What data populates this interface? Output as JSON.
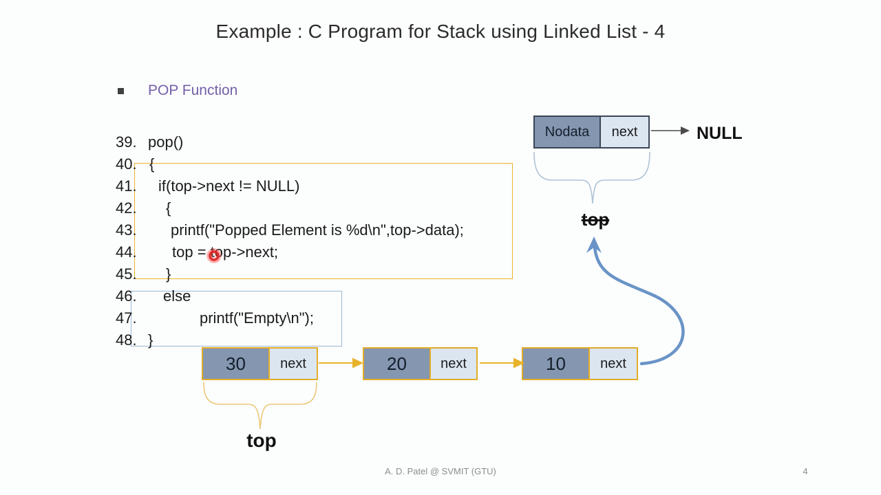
{
  "slide": {
    "title": "Example : C Program for Stack using Linked List - 4",
    "bullet": "POP Function",
    "footer": {
      "credit": "A. D. Patel @ SVMIT (GTU)",
      "page": "4"
    }
  },
  "code": {
    "lines": [
      {
        "num": "39.",
        "text": "pop()"
      },
      {
        "num": "40.",
        "text": "{"
      },
      {
        "num": "41.",
        "text": "if(top->next != NULL)"
      },
      {
        "num": "42.",
        "text": "{"
      },
      {
        "num": "43.",
        "text": "printf(\"Popped Element is %d\\n\",top->data);"
      },
      {
        "num": "44.",
        "text": "top = top->next;"
      },
      {
        "num": "45.",
        "text": "}"
      },
      {
        "num": "46.",
        "text": "else"
      },
      {
        "num": "47.",
        "text": "printf(\"Empty\\n\");"
      },
      {
        "num": "48.",
        "text": "}"
      }
    ]
  },
  "diagram": {
    "head_node": {
      "data": "Nodata",
      "next": "next"
    },
    "null_label": "NULL",
    "top_pointer_old": "top",
    "top_pointer_new": "top",
    "nodes": [
      {
        "data": "30",
        "next": "next"
      },
      {
        "data": "20",
        "next": "next"
      },
      {
        "data": "10",
        "next": "next"
      }
    ]
  },
  "colors": {
    "text_dark": "#2b2b2b",
    "accent_purple": "#7460a8",
    "box_yellow": "#ebb428",
    "box_blue": "#9cb9d6",
    "cell_data": "#8496b0",
    "cell_next": "#dce6f1",
    "head_border": "#3a4656",
    "node_border": "#e3ac28",
    "arrow_gold": "#e8b32c",
    "arrow_blue": "#6a94c7",
    "arrow_gray": "#4a4a4a",
    "brace_blue": "#aec3d8",
    "brace_gold": "#ebc878",
    "laser_red": "#e02323",
    "footer_gray": "#8c8c8c"
  }
}
